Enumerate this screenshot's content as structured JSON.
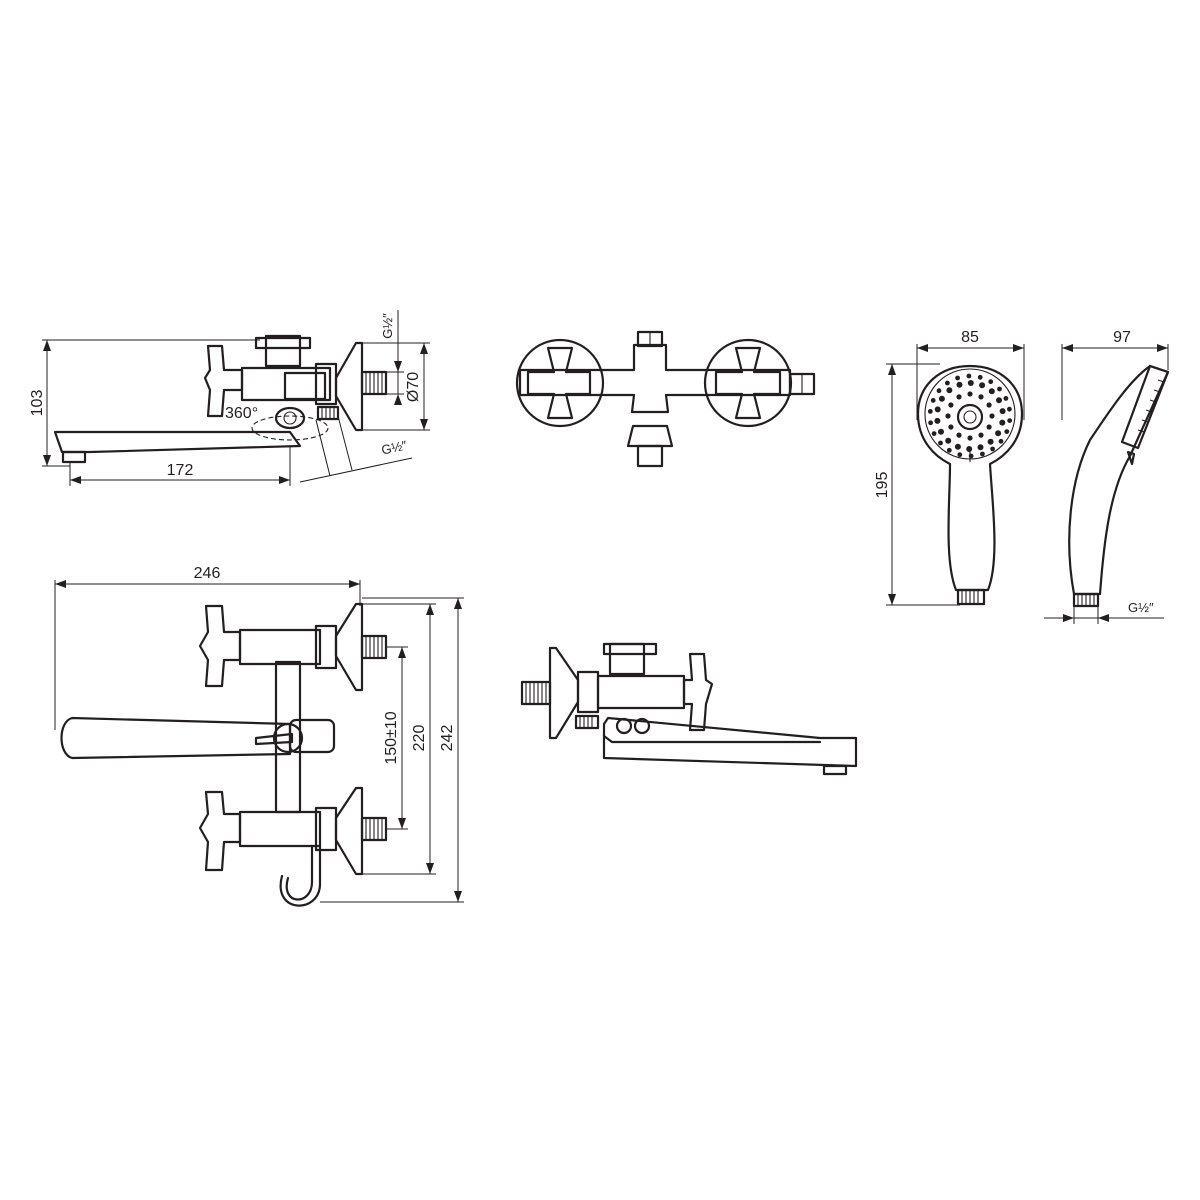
{
  "side_view": {
    "dim_height": "103",
    "dim_spout": "172",
    "dim_flange_dia": "Ø70",
    "thread_top": "G½″",
    "thread_bottom": "G½″",
    "rotation": "360°"
  },
  "front_view": {
    "dim_width": "246",
    "dim_centres": "150±10",
    "dim_height_inner": "220",
    "dim_height_outer": "242"
  },
  "hand_shower": {
    "dim_head_width": "85",
    "dim_length": "195",
    "dim_depth": "97",
    "thread": "G½″"
  }
}
